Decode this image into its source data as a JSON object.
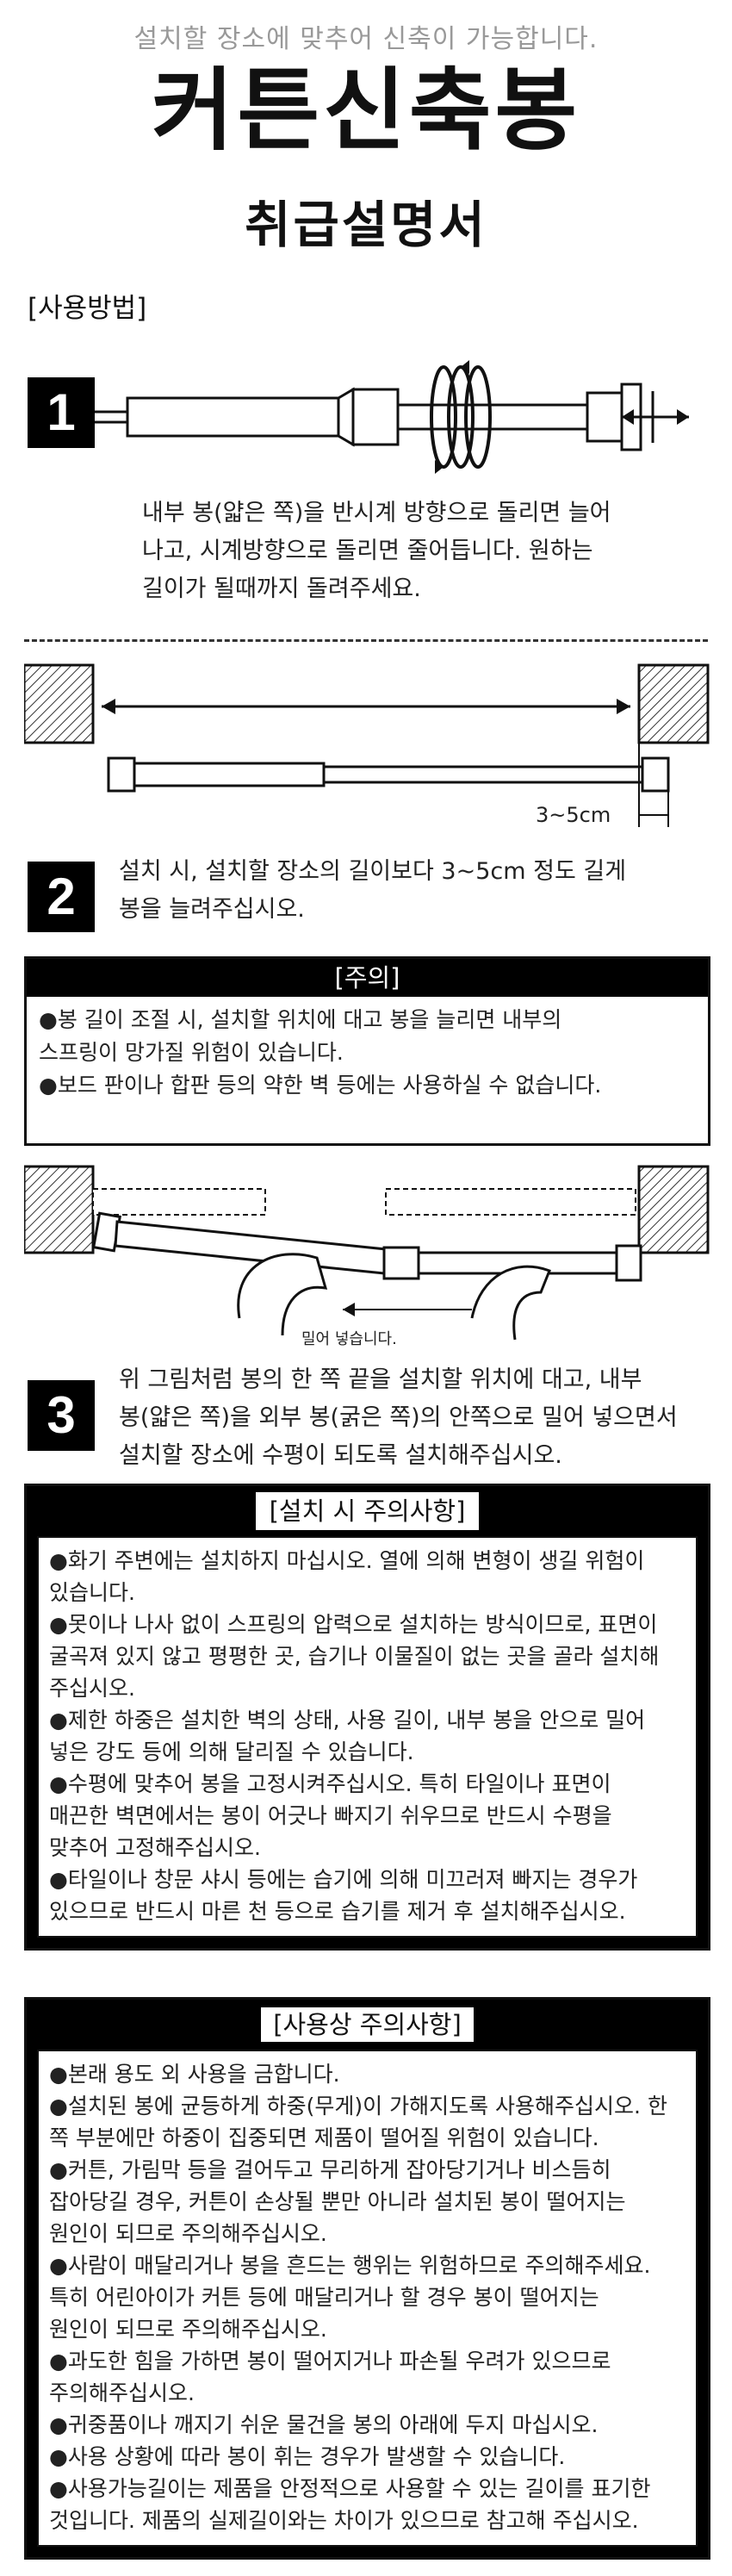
{
  "header": {
    "top_note": "설치할 장소에 맞추어 신축이 가능합니다.",
    "title": "커튼신축봉",
    "subtitle": "취급설명서"
  },
  "usage_label": "[사용방법]",
  "steps": [
    {
      "number": "1",
      "text_lines": [
        "내부 봉(얇은 쪽)을 반시계 방향으로 돌리면 늘어",
        "나고, 시계방향으로 돌리면 줄어듭니다. 원하는",
        "길이가 될때까지 돌려주세요."
      ]
    },
    {
      "number": "2",
      "text_lines": [
        "설치 시, 설치할 장소의 길이보다 3~5cm 정도 길게",
        "봉을 늘려주십시오."
      ]
    },
    {
      "number": "3",
      "text_lines": [
        "위 그림처럼 봉의 한 쪽 끝을 설치할 위치에 대고, 내부",
        "봉(얇은 쪽)을 외부 봉(굵은 쪽)의 안쪽으로 밀어 넣으면서",
        "설치할 장소에 수평이 되도록 설치해주십시오."
      ]
    }
  ],
  "diagram2": {
    "measure_label": "3~5cm"
  },
  "diagram3": {
    "push_label": "밀어 넣습니다."
  },
  "caution": {
    "title": "[주의]",
    "items": [
      "●봉 길이 조절 시, 설치할 위치에 대고 봉을 늘리면 내부의",
      "  스프링이 망가질 위험이 있습니다.",
      "●보드 판이나 합판 등의 약한 벽 등에는 사용하실 수 없습니다."
    ]
  },
  "install_caution": {
    "title": "[설치 시 주의사항]",
    "lines": [
      "●화기 주변에는 설치하지 마십시오. 열에 의해 변형이 생길 위험이",
      "  있습니다.",
      "●못이나 나사 없이 스프링의 압력으로 설치하는 방식이므로,  표면이",
      "  굴곡져 있지 않고 평평한 곳, 습기나 이물질이 없는 곳을 골라 설치해",
      "  주십시오.",
      "●제한 하중은 설치한 벽의 상태, 사용 길이, 내부 봉을 안으로 밀어",
      "  넣은 강도 등에 의해 달리질 수 있습니다.",
      "●수평에 맞추어  봉을  고정시켜주십시오.  특히  타일이나  표면이",
      "  매끈한 벽면에서는 봉이 어긋나 빠지기 쉬우므로 반드시 수평을",
      "  맞추어 고정해주십시오.",
      "●타일이나 창문 샤시 등에는 습기에 의해 미끄러져 빠지는 경우가",
      "  있으므로 반드시 마른 천 등으로 습기를 제거 후 설치해주십시오."
    ]
  },
  "usage_caution": {
    "title": "[사용상 주의사항]",
    "lines": [
      "●본래 용도 외 사용을 금합니다.",
      "●설치된 봉에 균등하게 하중(무게)이 가해지도록 사용해주십시오.  한",
      "  쪽 부분에만 하중이 집중되면 제품이 떨어질 위험이 있습니다.",
      "●커튼,  가림막  등을 걸어두고  무리하게  잡아당기거나  비스듬히",
      "  잡아당길 경우, 커튼이 손상될 뿐만 아니라 설치된 봉이 떨어지는",
      "  원인이 되므로 주의해주십시오.",
      "●사람이 매달리거나 봉을 흔드는 행위는 위험하므로 주의해주세요.",
      "  특히 어린아이가 커튼 등에 매달리거나 할 경우 봉이 떨어지는",
      "  원인이 되므로 주의해주십시오.",
      "●과도한  힘을 가하면 봉이 떨어지거나 파손될 우려가 있으므로",
      "  주의해주십시오.",
      "●귀중품이나 깨지기 쉬운 물건을 봉의 아래에 두지 마십시오.",
      "●사용 상황에 따라 봉이 휘는 경우가 발생할 수 있습니다.",
      "●사용가능길이는 제품을 안정적으로 사용할 수 있는 길이를 표기한",
      "  것입니다. 제품의 실제길이와는 차이가 있으므로 참고해 주십시오."
    ]
  }
}
